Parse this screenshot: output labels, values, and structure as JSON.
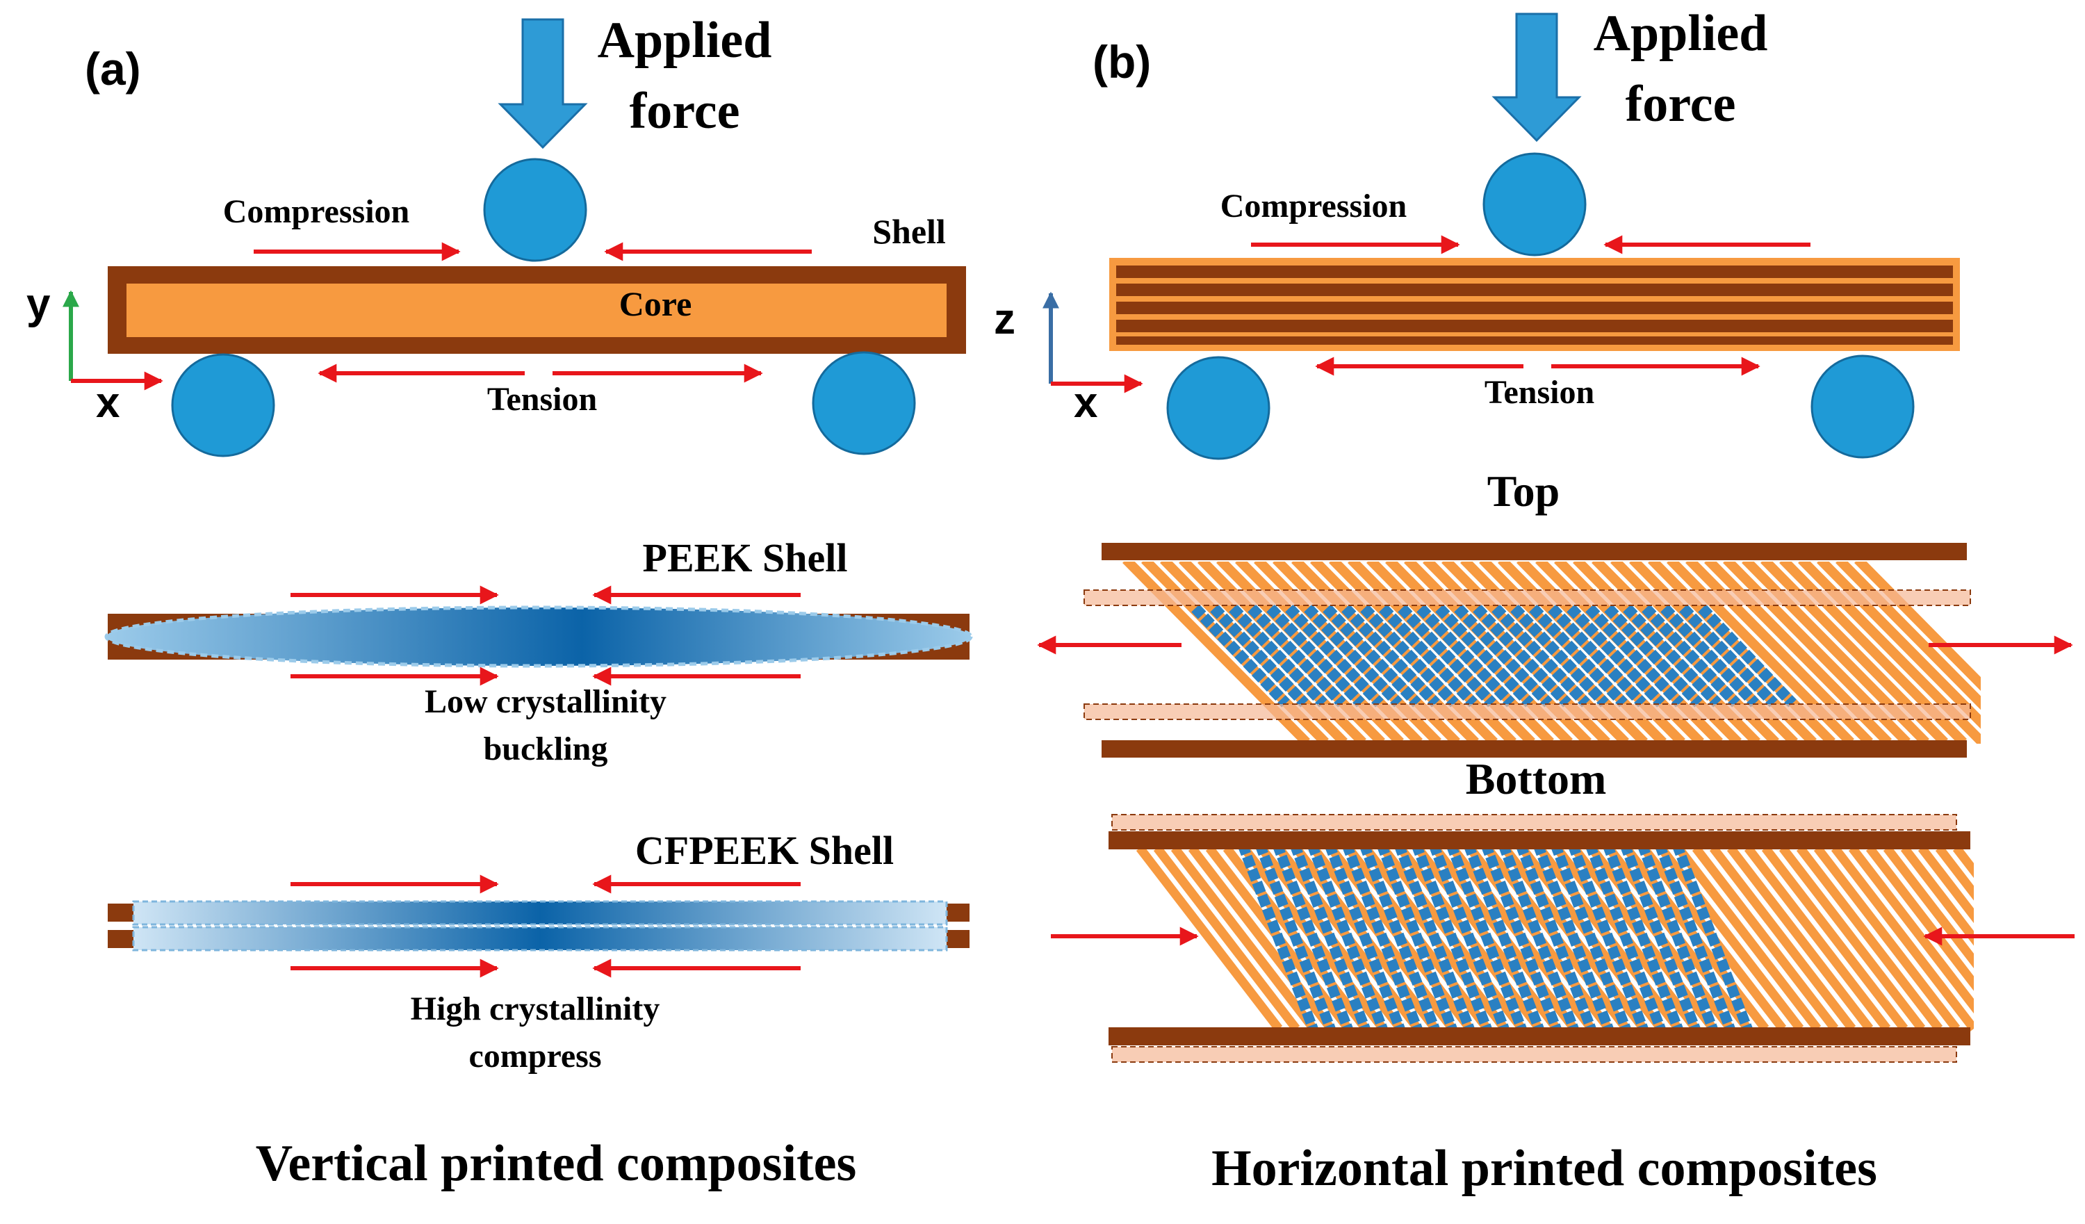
{
  "colors": {
    "shell": "#8B3A0E",
    "core": "#F79A40",
    "roller": "#1F9AD6",
    "force_arrow": "#2E9BD6",
    "stress_arrow": "#E8161B",
    "blue_dark": "#0B63A8",
    "blue_light": "#B7D8EF",
    "axis_y": "#2BA84A",
    "axis_z": "#3A6EA5",
    "axis_x": "#E8161B",
    "faint_layer": "#F5B896"
  },
  "panel_a": {
    "label": "(a)",
    "force_label_line1": "Applied",
    "force_label_line2": "force",
    "compression": "Compression",
    "tension": "Tension",
    "shell": "Shell",
    "core": "Core",
    "axis_y": "y",
    "axis_x": "x",
    "peek_shell": "PEEK Shell",
    "low_line1": "Low crystallinity",
    "low_line2": "buckling",
    "cfpeek_shell": "CFPEEK Shell",
    "high_line1": "High crystallinity",
    "high_line2": "compress",
    "caption": "Vertical printed composites"
  },
  "panel_b": {
    "label": "(b)",
    "force_label_line1": "Applied",
    "force_label_line2": "force",
    "compression": "Compression",
    "tension": "Tension",
    "axis_z": "z",
    "axis_x": "x",
    "top": "Top",
    "bottom": "Bottom",
    "caption": "Horizontal printed composites"
  }
}
